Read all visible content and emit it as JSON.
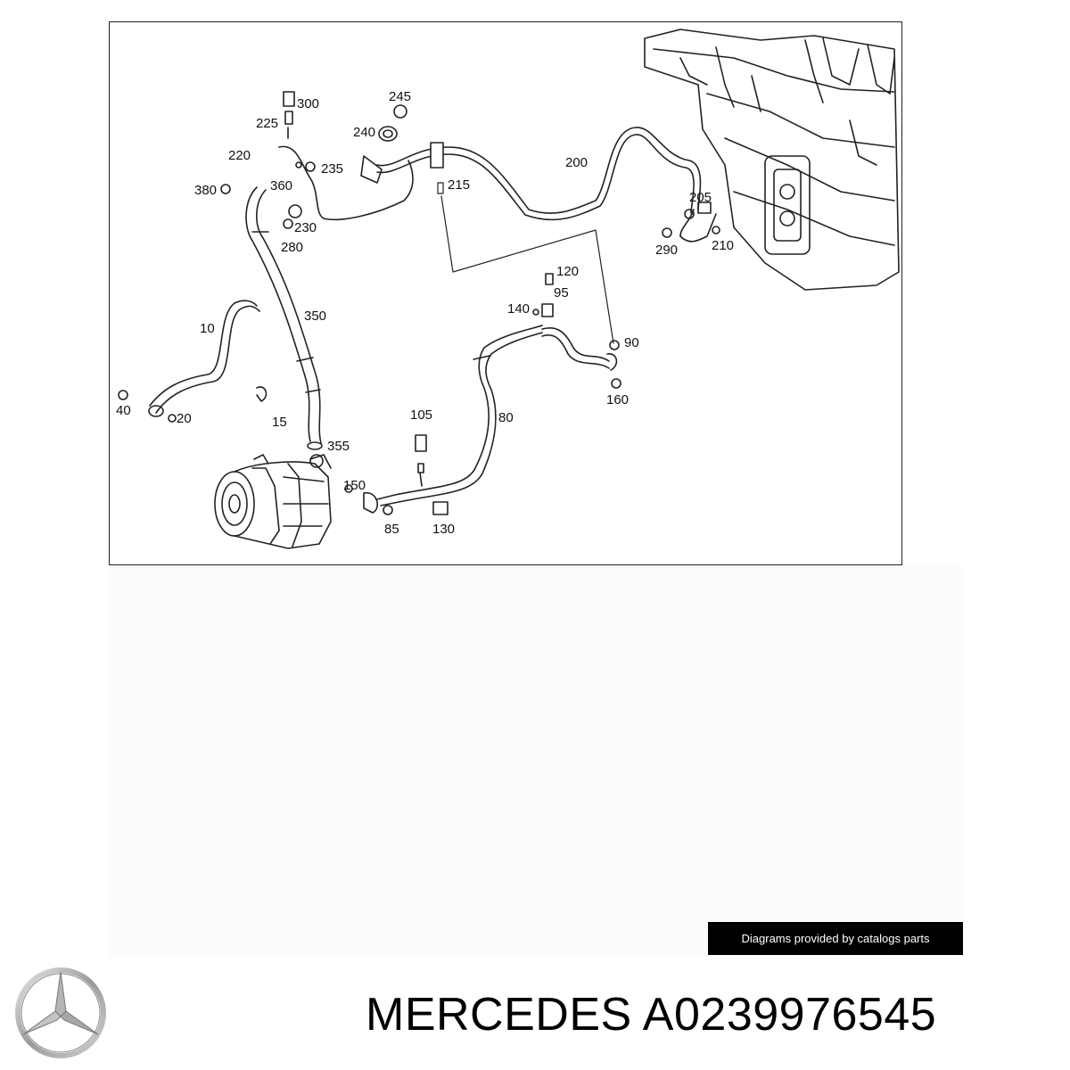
{
  "diagram": {
    "callouts": [
      {
        "id": "c300",
        "text": "300"
      },
      {
        "id": "c245",
        "text": "245"
      },
      {
        "id": "c225",
        "text": "225"
      },
      {
        "id": "c240",
        "text": "240"
      },
      {
        "id": "c220",
        "text": "220"
      },
      {
        "id": "c235",
        "text": "235"
      },
      {
        "id": "c380",
        "text": "380"
      },
      {
        "id": "c360",
        "text": "360"
      },
      {
        "id": "c215",
        "text": "215"
      },
      {
        "id": "c200",
        "text": "200"
      },
      {
        "id": "c205",
        "text": "205"
      },
      {
        "id": "c230",
        "text": "230"
      },
      {
        "id": "c280",
        "text": "280"
      },
      {
        "id": "c290",
        "text": "290"
      },
      {
        "id": "c210",
        "text": "210"
      },
      {
        "id": "c120",
        "text": "120"
      },
      {
        "id": "c95",
        "text": "95"
      },
      {
        "id": "c140",
        "text": "140"
      },
      {
        "id": "c350",
        "text": "350"
      },
      {
        "id": "c10",
        "text": "10"
      },
      {
        "id": "c90",
        "text": "90"
      },
      {
        "id": "c160",
        "text": "160"
      },
      {
        "id": "c40",
        "text": "40"
      },
      {
        "id": "c20",
        "text": "20"
      },
      {
        "id": "c15",
        "text": "15"
      },
      {
        "id": "c105",
        "text": "105"
      },
      {
        "id": "c80",
        "text": "80"
      },
      {
        "id": "c355",
        "text": "355"
      },
      {
        "id": "c150",
        "text": "150"
      },
      {
        "id": "c85",
        "text": "85"
      },
      {
        "id": "c130",
        "text": "130"
      }
    ]
  },
  "credit": {
    "text": "Diagrams provided by catalogs parts"
  },
  "brand": {
    "logo": "mercedes-star-icon"
  },
  "title": {
    "brand": "MERCEDES",
    "part_number": "A0239976545"
  },
  "colors": {
    "line": "#222222",
    "badge_bg": "#000000",
    "badge_text": "#ffffff"
  }
}
